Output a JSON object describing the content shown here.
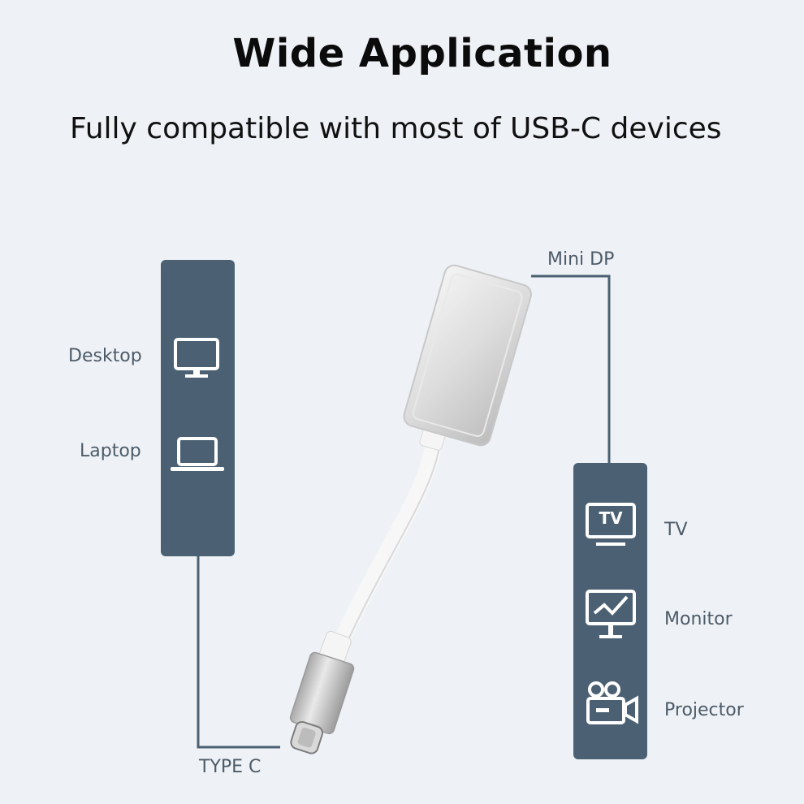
{
  "heading": {
    "title": "Wide Application",
    "subtitle": "Fully compatible with most of USB-C devices"
  },
  "left_panel": {
    "items": [
      {
        "label": "Desktop",
        "icon": "desktop-monitor-icon"
      },
      {
        "label": "Laptop",
        "icon": "laptop-icon"
      }
    ]
  },
  "right_panel": {
    "items": [
      {
        "label": "TV",
        "icon": "tv-icon",
        "icon_text": "TV"
      },
      {
        "label": "Monitor",
        "icon": "monitor-chart-icon"
      },
      {
        "label": "Projector",
        "icon": "projector-camera-icon"
      }
    ]
  },
  "connectors": {
    "input_label": "TYPE C",
    "output_label": "Mini DP"
  },
  "colors": {
    "background": "#eef2f6",
    "panel": "#4b6173",
    "line": "#4b6173",
    "label_text": "#4d5b68",
    "title_text": "#0b0b0b"
  }
}
